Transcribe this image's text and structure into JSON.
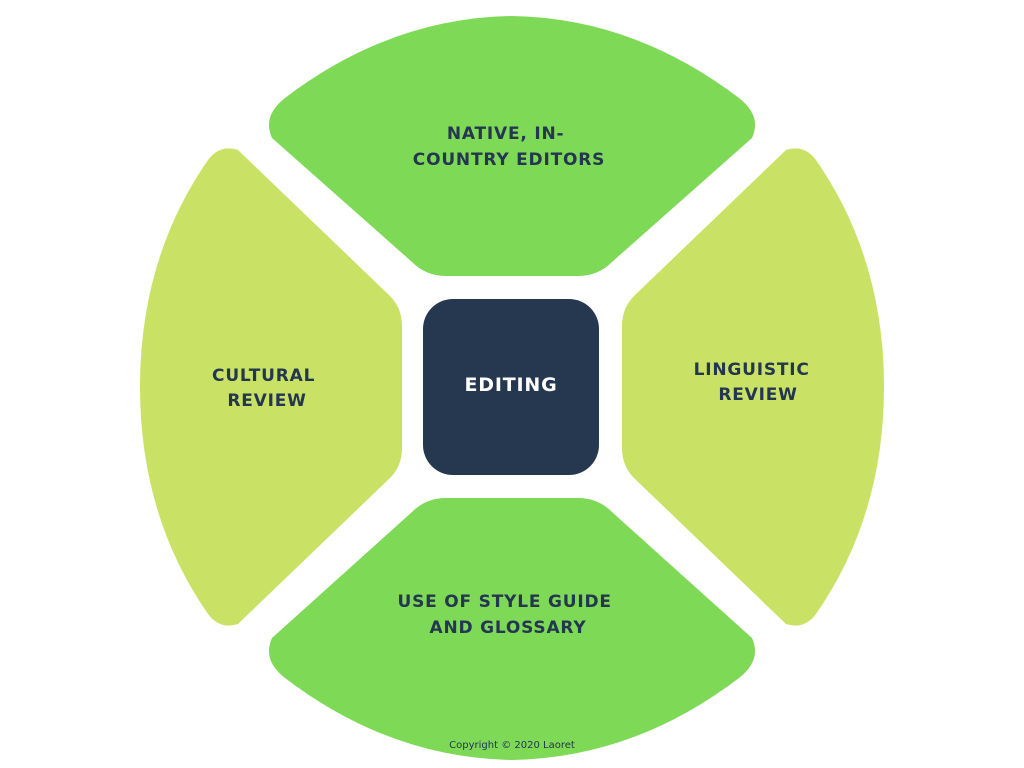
{
  "center": {
    "label": "EDITING",
    "color": "#253850"
  },
  "segments": {
    "top": {
      "lines": [
        "NATIVE, IN-",
        "COUNTRY EDITORS"
      ],
      "color": "#7ed957"
    },
    "right": {
      "lines": [
        "LINGUISTIC",
        "REVIEW"
      ],
      "color": "#c9e265"
    },
    "bottom": {
      "lines": [
        "USE OF STYLE GUIDE",
        "AND GLOSSARY"
      ],
      "color": "#7ed957"
    },
    "left": {
      "lines": [
        "CULTURAL",
        "REVIEW"
      ],
      "color": "#c9e265"
    }
  },
  "label_color": "#243650",
  "footer": {
    "copyright": "Copyright © 2020 Laoret"
  }
}
